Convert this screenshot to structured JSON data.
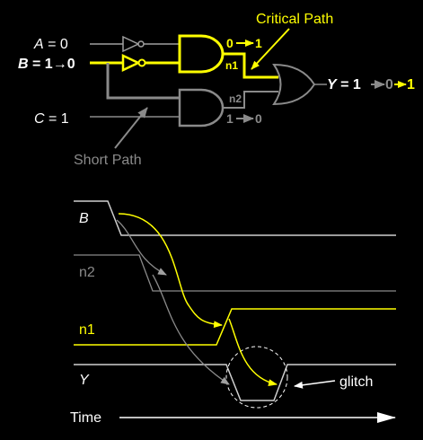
{
  "colors": {
    "background": "#000000",
    "critical": "#ffff00",
    "short": "#8a8a8a",
    "wire": "#a0a0a0",
    "text": "#ffffff"
  },
  "circuit": {
    "input_a": "A",
    "input_a_value": " = 0",
    "input_b": "B",
    "input_b_value": " = 1→0",
    "input_c": "C",
    "input_c_value": " = 1",
    "critical_label": "Critical Path",
    "short_label": "Short Path",
    "n1_label": "n1",
    "n1_transition_from": "0",
    "n1_transition_to": "1",
    "n2_label": "n2",
    "n2_transition_from": "1",
    "n2_transition_to": "0",
    "output_y": "Y",
    "output_eq": " = 1",
    "output_mid": "0",
    "output_end": "1"
  },
  "timing": {
    "signals": [
      "B",
      "n2",
      "n1",
      "Y"
    ],
    "glitch_label": "glitch",
    "time_label": "Time"
  }
}
